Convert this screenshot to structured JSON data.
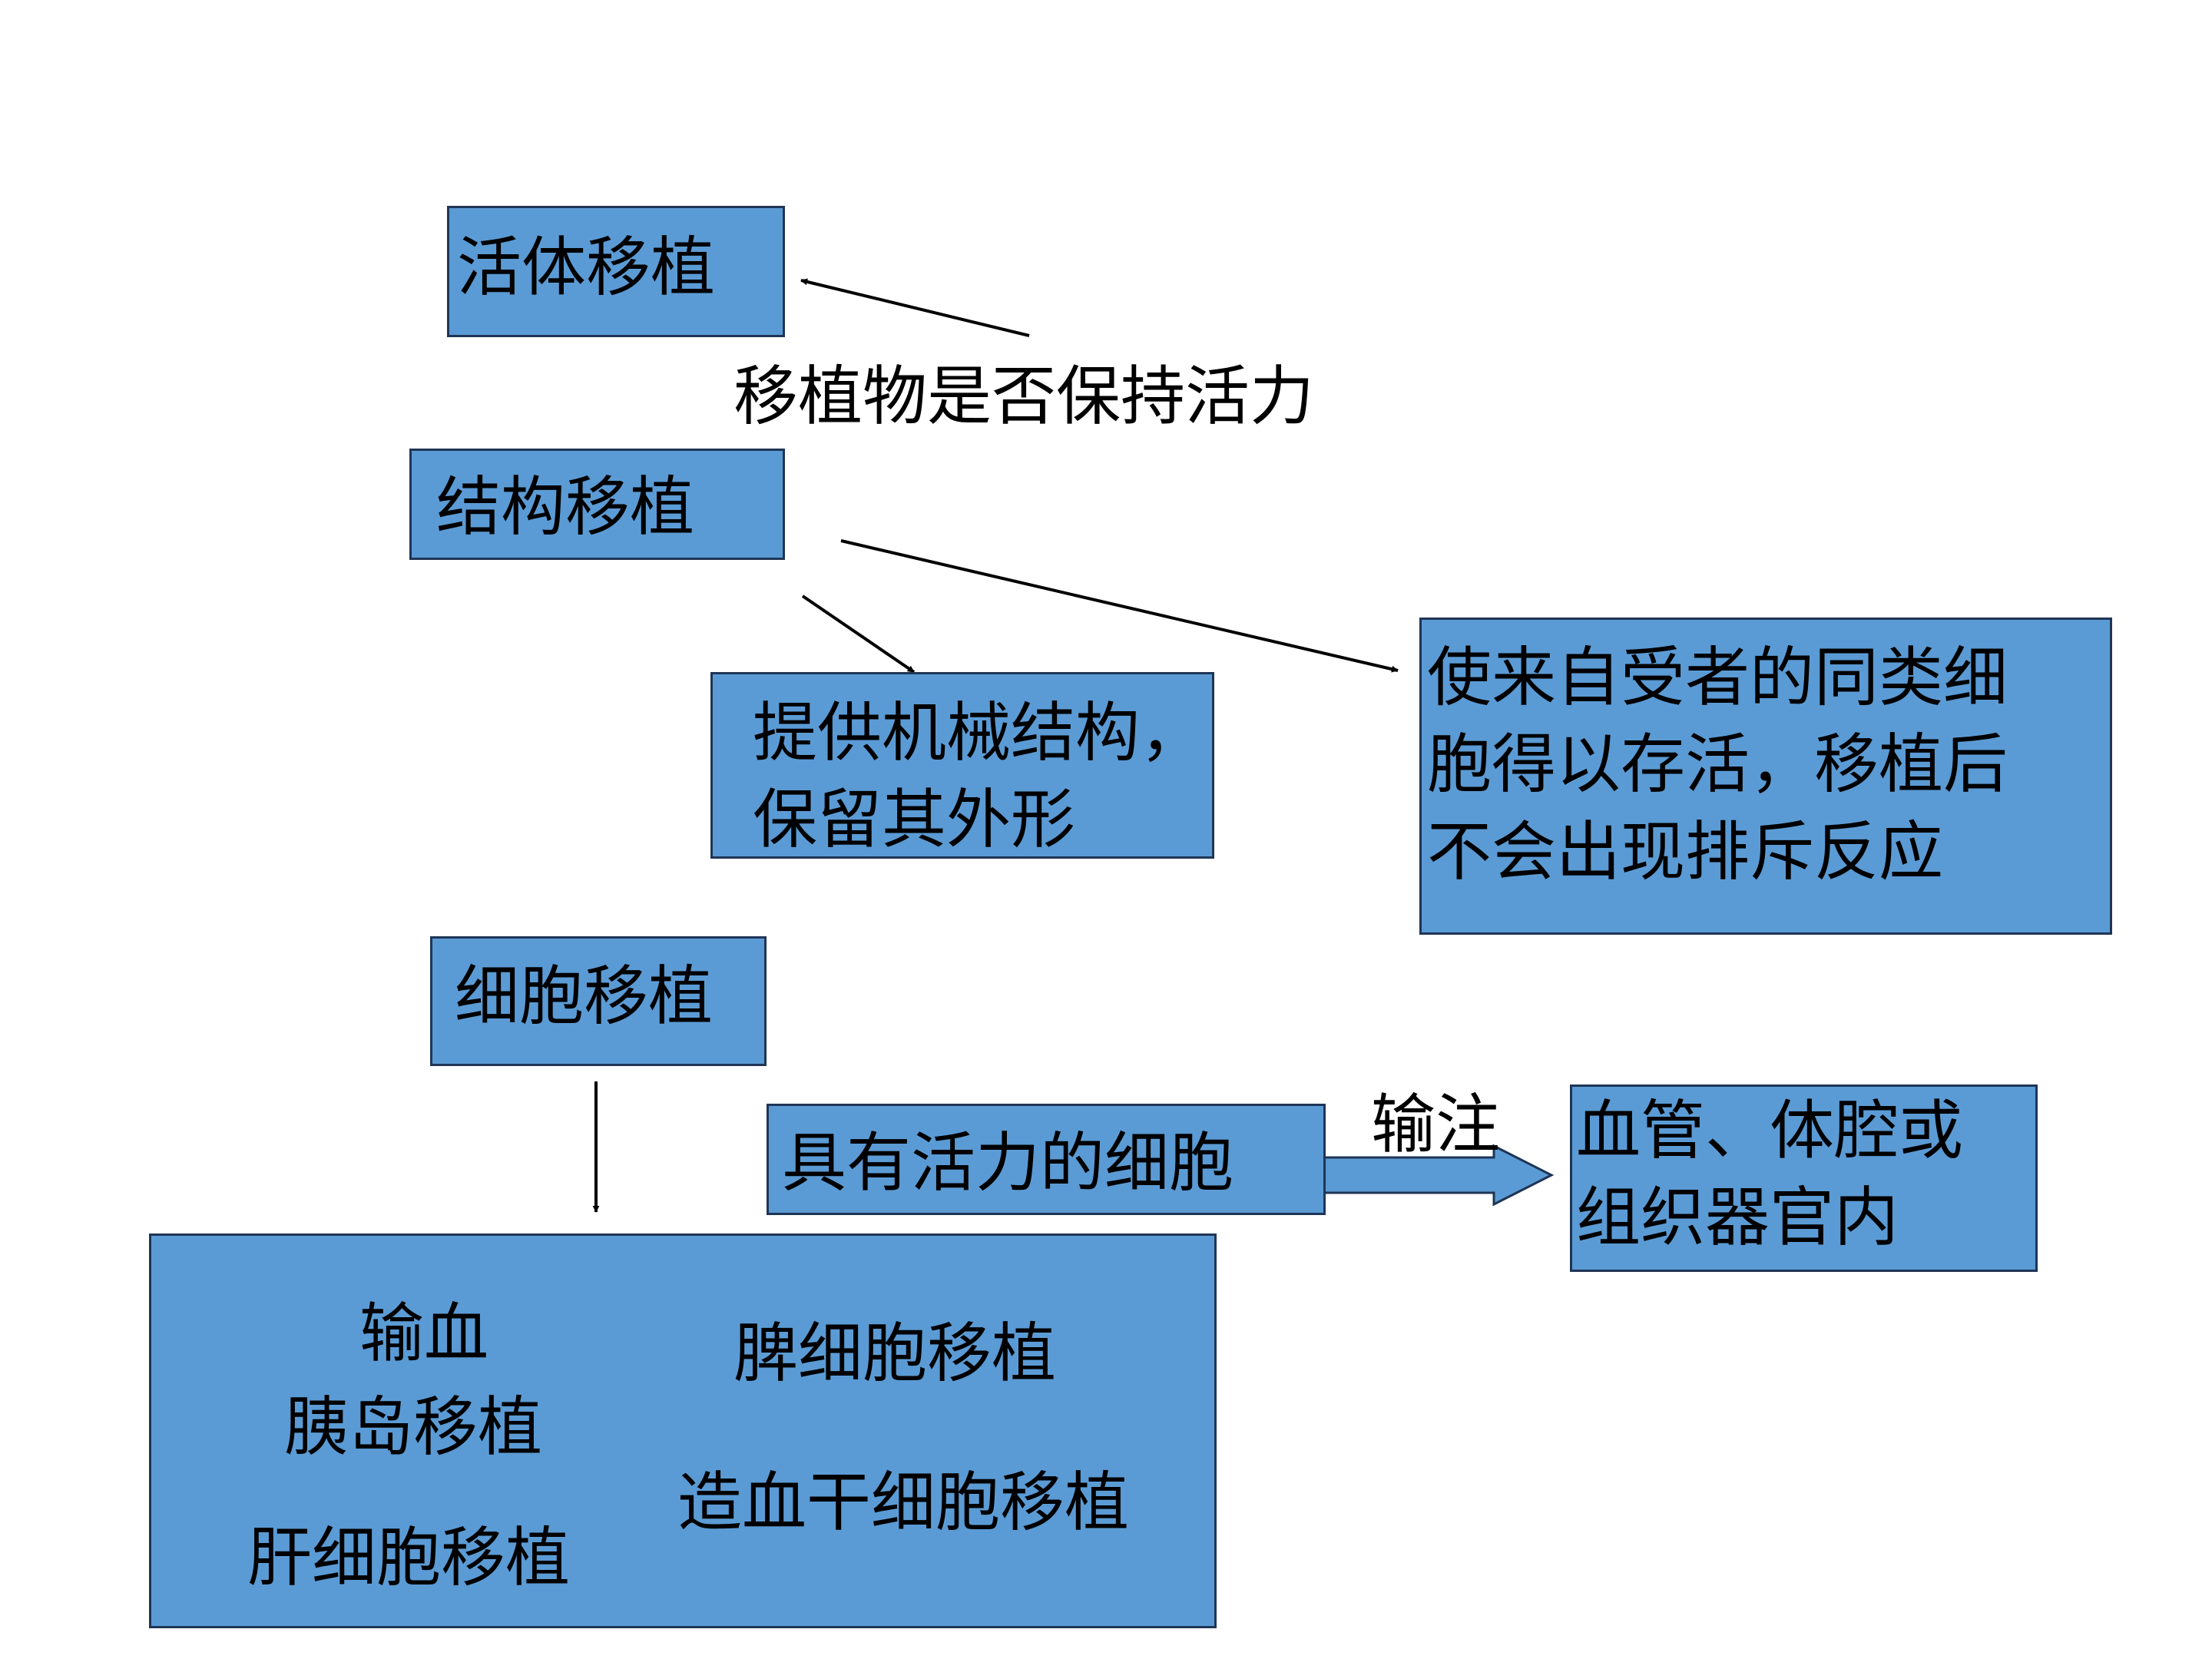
{
  "colors": {
    "box_fill": "#5b9bd5",
    "box_border": "#1f3556",
    "text": "#000000",
    "background": "#ffffff"
  },
  "nodes": {
    "live_graft": "活体移植",
    "criterion": "移植物是否保持活力",
    "structural_graft": "结构移植",
    "structural_effect": "提供机械结构，\n保留其外形",
    "structural_outcome": "使来自受者的同类细\n胞得以存活，移植后\n不会出现排斥反应",
    "cell_graft": "细胞移植",
    "viable_cells": "具有活力的细胞",
    "infusion": "输注",
    "destination": "血管、体腔或\n组织器官内",
    "blood_transfusion": "输血",
    "islet_graft": "胰岛移植",
    "liver_cell_graft": "肝细胞移植",
    "spleen_cell_graft": "脾细胞移植",
    "hsc_graft": "造血干细胞移植"
  }
}
